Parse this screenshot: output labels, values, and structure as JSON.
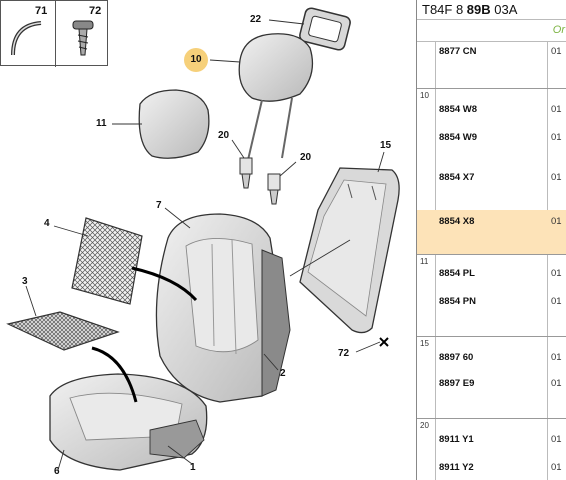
{
  "callouts": [
    {
      "num": "71",
      "icon": "clip-icon"
    },
    {
      "num": "72",
      "icon": "screw-icon"
    }
  ],
  "part_labels": [
    {
      "id": "p22",
      "text": "22"
    },
    {
      "id": "p10",
      "text": "10",
      "highlight": "#f6d07a"
    },
    {
      "id": "p11",
      "text": "11"
    },
    {
      "id": "p20a",
      "text": "20"
    },
    {
      "id": "p20b",
      "text": "20"
    },
    {
      "id": "p15",
      "text": "15"
    },
    {
      "id": "p7",
      "text": "7"
    },
    {
      "id": "p4",
      "text": "4"
    },
    {
      "id": "p3",
      "text": "3"
    },
    {
      "id": "p2",
      "text": "2"
    },
    {
      "id": "p72",
      "text": "72"
    },
    {
      "id": "p1",
      "text": "1"
    },
    {
      "id": "p6",
      "text": "6"
    }
  ],
  "panel": {
    "header_prefix": "T84F  8  ",
    "header_bold": "89B",
    "header_suffix": " 03A",
    "sub_label": "Or",
    "accent_color": "#7cb342",
    "selected_color": "#fde3b8",
    "groups": [
      {
        "num": "",
        "rows": [
          {
            "ref": "8877 CN",
            "qty": "01"
          }
        ]
      },
      {
        "num": "10",
        "rows": [
          {
            "ref": "8854 W8",
            "qty": "01"
          },
          {
            "ref": "8854 W9",
            "qty": "01"
          },
          {
            "ref": "8854 X7",
            "qty": "01"
          },
          {
            "ref": "8854 X8",
            "qty": "01",
            "selected": true
          }
        ]
      },
      {
        "num": "11",
        "rows": [
          {
            "ref": "8854 PL",
            "qty": "01"
          },
          {
            "ref": "8854 PN",
            "qty": "01"
          }
        ]
      },
      {
        "num": "15",
        "rows": [
          {
            "ref": "8897 60",
            "qty": "01"
          },
          {
            "ref": "8897 E9",
            "qty": "01"
          }
        ]
      },
      {
        "num": "20",
        "rows": [
          {
            "ref": "8911 Y1",
            "qty": "01"
          },
          {
            "ref": "8911 Y2",
            "qty": "01"
          }
        ]
      }
    ]
  }
}
